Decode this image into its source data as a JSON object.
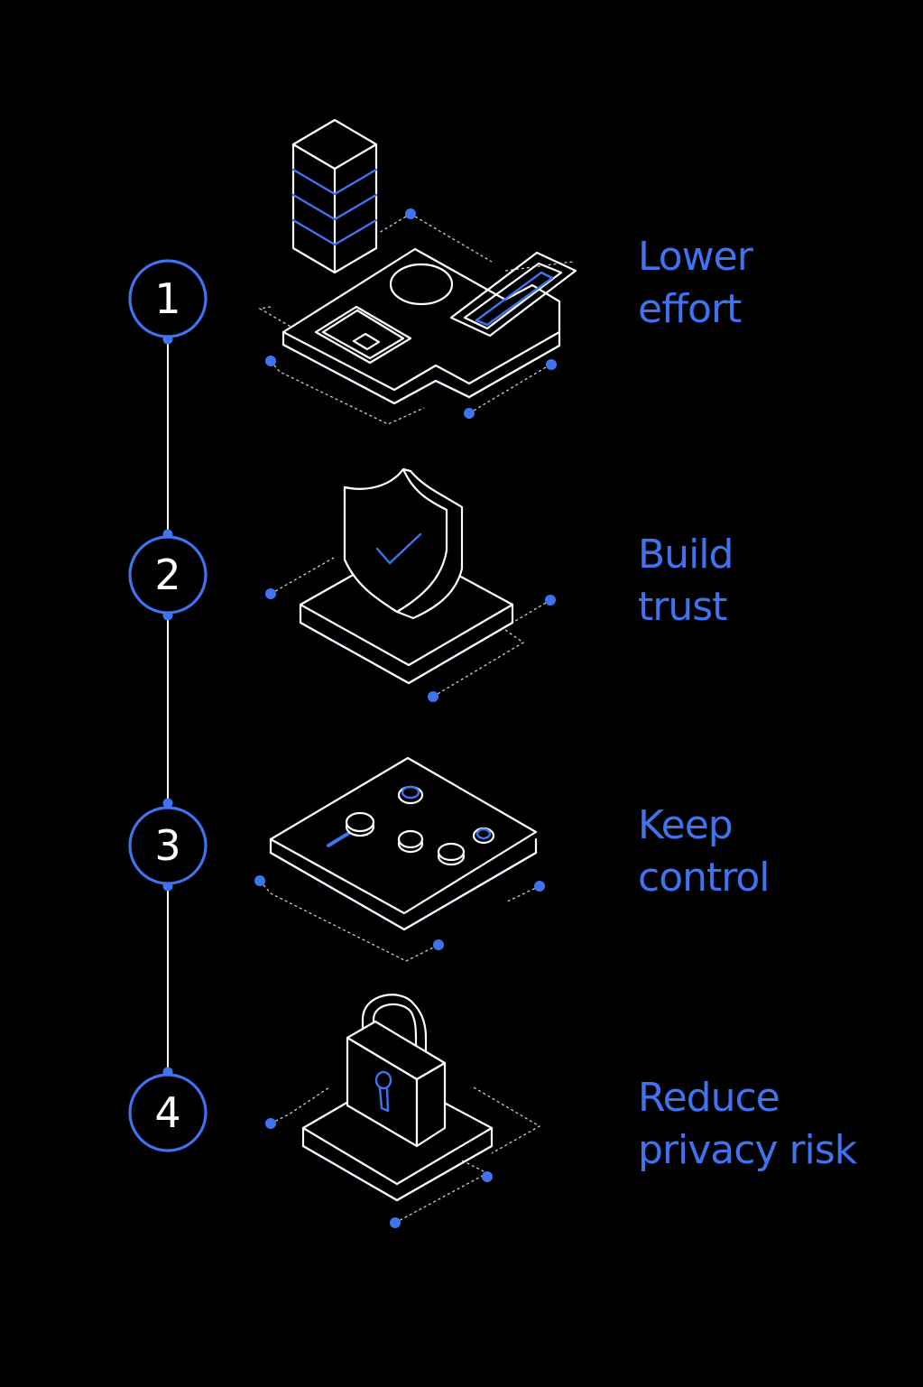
{
  "colors": {
    "background": "#000000",
    "accent": "#3f73f0",
    "line": "#ffffff"
  },
  "steps": [
    {
      "number": "1",
      "line1": "Lower",
      "line2": "effort",
      "icon": "server-puzzle-platform-icon"
    },
    {
      "number": "2",
      "line1": "Build",
      "line2": "trust",
      "icon": "shield-check-icon"
    },
    {
      "number": "3",
      "line1": "Keep",
      "line2": "control",
      "icon": "sliders-icon"
    },
    {
      "number": "4",
      "line1": "Reduce",
      "line2": "privacy risk",
      "icon": "padlock-icon"
    }
  ]
}
